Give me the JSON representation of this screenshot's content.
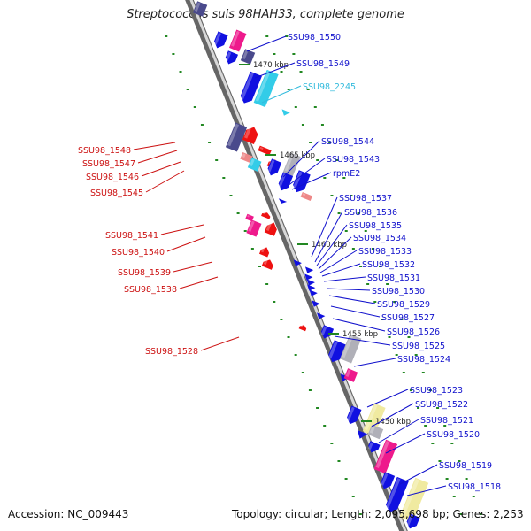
{
  "title": "Streptococcus suis 98HAH33, complete genome",
  "footer": {
    "accession": "Accession: NC_009443",
    "topology": "Topology: circular; Length: 2,095,698 bp; Genes: 2,253"
  },
  "colors": {
    "forward_blue": "#1010e0",
    "magenta": "#ee1a8c",
    "red": "#ee1111",
    "cyan": "#33cce8",
    "gray": "#b0b0b8",
    "yellow": "#f0eaa0",
    "pink": "#ee8888",
    "navy": "#4a4a8c",
    "tick_green": "#228822",
    "label_blue": "#1010cc",
    "label_red": "#cc1111",
    "label_cyan": "#33bbdd"
  },
  "kbp_markers": [
    "1470 kbp",
    "1465 kbp",
    "1460 kbp",
    "1455 kbp",
    "1450 kbp"
  ],
  "labels_right": [
    {
      "text": "SSU98_1550",
      "color": "blue"
    },
    {
      "text": "SSU98_1549",
      "color": "blue"
    },
    {
      "text": "SSU98_2245",
      "color": "cyan"
    },
    {
      "text": "SSU98_1544",
      "color": "blue"
    },
    {
      "text": "SSU98_1543",
      "color": "blue"
    },
    {
      "text": "rpmE2",
      "color": "blue"
    },
    {
      "text": "SSU98_1537",
      "color": "blue"
    },
    {
      "text": "SSU98_1536",
      "color": "blue"
    },
    {
      "text": "SSU98_1535",
      "color": "blue"
    },
    {
      "text": "SSU98_1534",
      "color": "blue"
    },
    {
      "text": "SSU98_1533",
      "color": "blue"
    },
    {
      "text": "SSU98_1532",
      "color": "blue"
    },
    {
      "text": "SSU98_1531",
      "color": "blue"
    },
    {
      "text": "SSU98_1530",
      "color": "blue"
    },
    {
      "text": "SSU98_1529",
      "color": "blue"
    },
    {
      "text": "SSU98_1527",
      "color": "blue"
    },
    {
      "text": "SSU98_1526",
      "color": "blue"
    },
    {
      "text": "SSU98_1525",
      "color": "blue"
    },
    {
      "text": "SSU98_1524",
      "color": "blue"
    },
    {
      "text": "SSU98_1523",
      "color": "blue"
    },
    {
      "text": "SSU98_1522",
      "color": "blue"
    },
    {
      "text": "SSU98_1521",
      "color": "blue"
    },
    {
      "text": "SSU98_1520",
      "color": "blue"
    },
    {
      "text": "SSU98_1519",
      "color": "blue"
    },
    {
      "text": "SSU98_1518",
      "color": "blue"
    }
  ],
  "labels_left": [
    {
      "text": "SSU98_1548",
      "color": "red"
    },
    {
      "text": "SSU98_1547",
      "color": "red"
    },
    {
      "text": "SSU98_1546",
      "color": "red"
    },
    {
      "text": "SSU98_1545",
      "color": "red"
    },
    {
      "text": "SSU98_1541",
      "color": "red"
    },
    {
      "text": "SSU98_1540",
      "color": "red"
    },
    {
      "text": "SSU98_1539",
      "color": "red"
    },
    {
      "text": "SSU98_1538",
      "color": "red"
    },
    {
      "text": "SSU98_1528",
      "color": "red"
    }
  ]
}
